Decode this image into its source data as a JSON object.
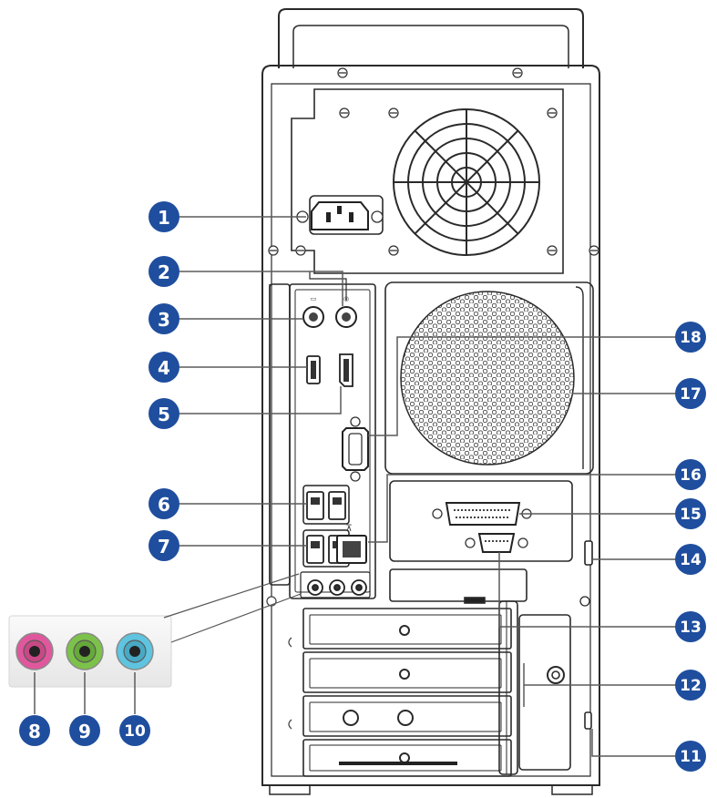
{
  "callouts": [
    {
      "label": "1"
    },
    {
      "label": "2"
    },
    {
      "label": "3"
    },
    {
      "label": "4"
    },
    {
      "label": "5"
    },
    {
      "label": "6"
    },
    {
      "label": "7"
    },
    {
      "label": "8"
    },
    {
      "label": "9"
    },
    {
      "label": "10"
    },
    {
      "label": "11"
    },
    {
      "label": "12"
    },
    {
      "label": "13"
    },
    {
      "label": "14"
    },
    {
      "label": "15"
    },
    {
      "label": "16"
    },
    {
      "label": "17"
    },
    {
      "label": "18"
    }
  ],
  "colors": {
    "badge_fill": "#1f4e9e",
    "leader_line": "#5a5a5a",
    "chassis_stroke": "#2a2a2a",
    "audio_pink": "#e0579e",
    "audio_green": "#7cc24a",
    "audio_blue": "#5ec4e0"
  },
  "icons": [
    "power-socket-icon",
    "ps2-port-icon",
    "hdmi-port-icon",
    "displayport-icon",
    "vga-port-icon",
    "usb-port-icon",
    "lan-port-icon",
    "audio-jack-icon",
    "parallel-port-icon",
    "serial-port-icon",
    "kensington-lock-icon",
    "fan-grille-icon",
    "expansion-slot-icon"
  ]
}
